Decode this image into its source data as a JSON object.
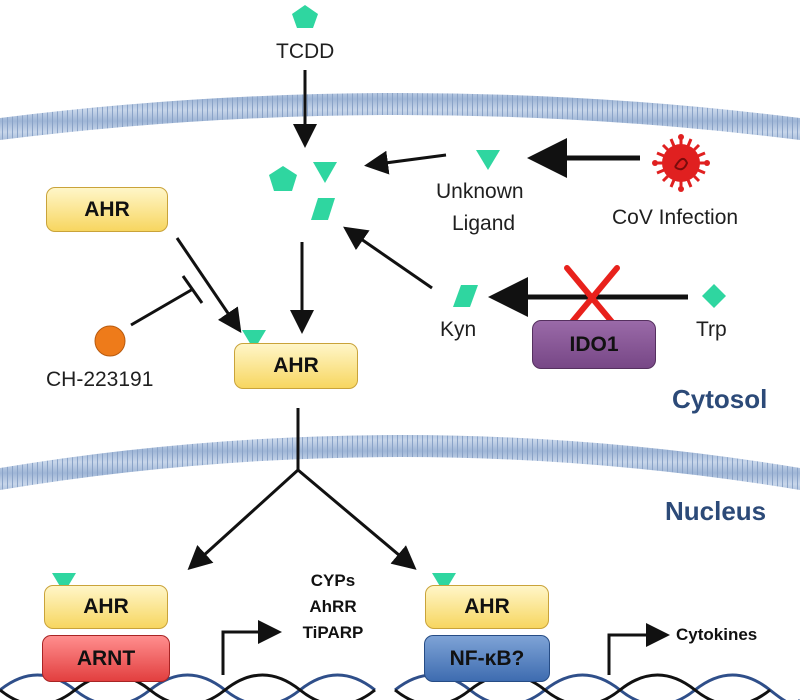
{
  "labels": {
    "tcdd": "TCDD",
    "unknown_ligand_1": "Unknown",
    "unknown_ligand_2": "Ligand",
    "cov_infection": "CoV Infection",
    "kyn": "Kyn",
    "trp": "Trp",
    "ch223191": "CH-223191"
  },
  "boxes": {
    "ahr_free": "AHR",
    "ahr_bound": "AHR",
    "ido1": "IDO1",
    "ahr_left": "AHR",
    "arnt": "ARNT",
    "ahr_right": "AHR",
    "nfkb": "NF-κB?"
  },
  "regions": {
    "cytosol": "Cytosol",
    "nucleus": "Nucleus"
  },
  "genes_left": [
    "CYPs",
    "AhRR",
    "TiPARP"
  ],
  "genes_right": "Cytokines",
  "colors": {
    "ligand": "#2fd6a0",
    "membrane": "#a9bfdc",
    "antagonist": "#ee7b1a",
    "virus": "#e02020",
    "block_x": "#e8211c",
    "dna": "#2f4f8a",
    "region_text": "#2c4a78"
  },
  "icons": {
    "virus": "coronavirus-icon",
    "antagonist": "orange-circle-icon",
    "inhibition": "x-mark-icon"
  }
}
